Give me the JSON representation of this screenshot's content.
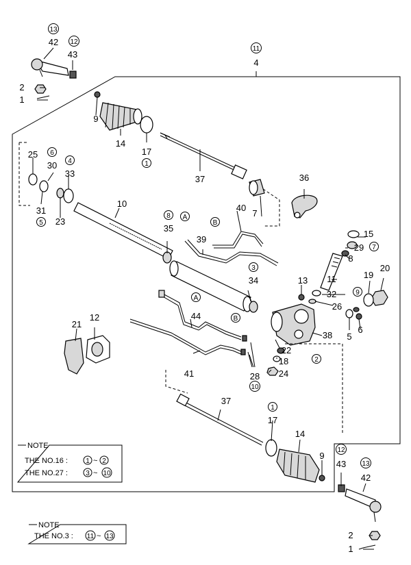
{
  "callouts": [
    {
      "key": "c13a",
      "text": "13",
      "circled": true
    },
    {
      "key": "c42a",
      "text": "42"
    },
    {
      "key": "c12a",
      "text": "12",
      "circled": true
    },
    {
      "key": "c43a",
      "text": "43"
    },
    {
      "key": "c2a",
      "text": "2"
    },
    {
      "key": "c1a",
      "text": "1"
    },
    {
      "key": "c11",
      "text": "11",
      "circled": true
    },
    {
      "key": "c4",
      "text": "4"
    },
    {
      "key": "c9a",
      "text": "9"
    },
    {
      "key": "c14a",
      "text": "14"
    },
    {
      "key": "c17a",
      "text": "17"
    },
    {
      "key": "c1c",
      "text": "1",
      "circled": true
    },
    {
      "key": "c37a",
      "text": "37"
    },
    {
      "key": "c36",
      "text": "36"
    },
    {
      "key": "c25",
      "text": "25"
    },
    {
      "key": "c6",
      "text": "6",
      "circled": true
    },
    {
      "key": "c30",
      "text": "30"
    },
    {
      "key": "c4c",
      "text": "4",
      "circled": true
    },
    {
      "key": "c33",
      "text": "33"
    },
    {
      "key": "c31",
      "text": "31"
    },
    {
      "key": "c5c",
      "text": "5",
      "circled": true
    },
    {
      "key": "c23",
      "text": "23"
    },
    {
      "key": "c10",
      "text": "10"
    },
    {
      "key": "c40",
      "text": "40"
    },
    {
      "key": "c7",
      "text": "7"
    },
    {
      "key": "c8c",
      "text": "8",
      "circled": true
    },
    {
      "key": "c35",
      "text": "35"
    },
    {
      "key": "cA1",
      "text": "A",
      "circled": true
    },
    {
      "key": "cB1",
      "text": "B",
      "circled": true
    },
    {
      "key": "c39",
      "text": "39"
    },
    {
      "key": "c15",
      "text": "15"
    },
    {
      "key": "c29",
      "text": "29"
    },
    {
      "key": "c7c",
      "text": "7",
      "circled": true
    },
    {
      "key": "c8",
      "text": "8"
    },
    {
      "key": "c3c",
      "text": "3",
      "circled": true
    },
    {
      "key": "c34",
      "text": "34"
    },
    {
      "key": "c11b",
      "text": "11"
    },
    {
      "key": "c13",
      "text": "13"
    },
    {
      "key": "c32",
      "text": "32"
    },
    {
      "key": "c20",
      "text": "20"
    },
    {
      "key": "c19",
      "text": "19"
    },
    {
      "key": "c9c",
      "text": "9",
      "circled": true
    },
    {
      "key": "c26",
      "text": "26"
    },
    {
      "key": "cA2",
      "text": "A",
      "circled": true
    },
    {
      "key": "c44",
      "text": "44"
    },
    {
      "key": "cB2",
      "text": "B",
      "circled": true
    },
    {
      "key": "c38",
      "text": "38"
    },
    {
      "key": "c5",
      "text": "5"
    },
    {
      "key": "c6b",
      "text": "6"
    },
    {
      "key": "c21",
      "text": "21"
    },
    {
      "key": "c12",
      "text": "12"
    },
    {
      "key": "c22",
      "text": "22"
    },
    {
      "key": "c18",
      "text": "18"
    },
    {
      "key": "c2c",
      "text": "2",
      "circled": true
    },
    {
      "key": "c24",
      "text": "24"
    },
    {
      "key": "c41",
      "text": "41"
    },
    {
      "key": "c28",
      "text": "28"
    },
    {
      "key": "c10c",
      "text": "10",
      "circled": true
    },
    {
      "key": "c37b",
      "text": "37"
    },
    {
      "key": "c1d",
      "text": "1",
      "circled": true
    },
    {
      "key": "c17b",
      "text": "17"
    },
    {
      "key": "c14b",
      "text": "14"
    },
    {
      "key": "c9b",
      "text": "9"
    },
    {
      "key": "c12c",
      "text": "12",
      "circled": true
    },
    {
      "key": "c43b",
      "text": "43"
    },
    {
      "key": "c13c",
      "text": "13",
      "circled": true
    },
    {
      "key": "c42b",
      "text": "42"
    },
    {
      "key": "c2b",
      "text": "2"
    },
    {
      "key": "c1b",
      "text": "1"
    }
  ],
  "note_inner": {
    "title": "NOTE",
    "line1_prefix": "THE NO.16 :",
    "line1_from": "1",
    "line1_sep": "~",
    "line1_to": "2",
    "line2_prefix": "THE NO.27 :",
    "line2_from": "3",
    "line2_sep": "~",
    "line2_to": "10"
  },
  "note_outer": {
    "title": "NOTE",
    "line1_prefix": "THE NO.3 :",
    "line1_from": "11",
    "line1_sep": "~",
    "line1_to": "13"
  }
}
